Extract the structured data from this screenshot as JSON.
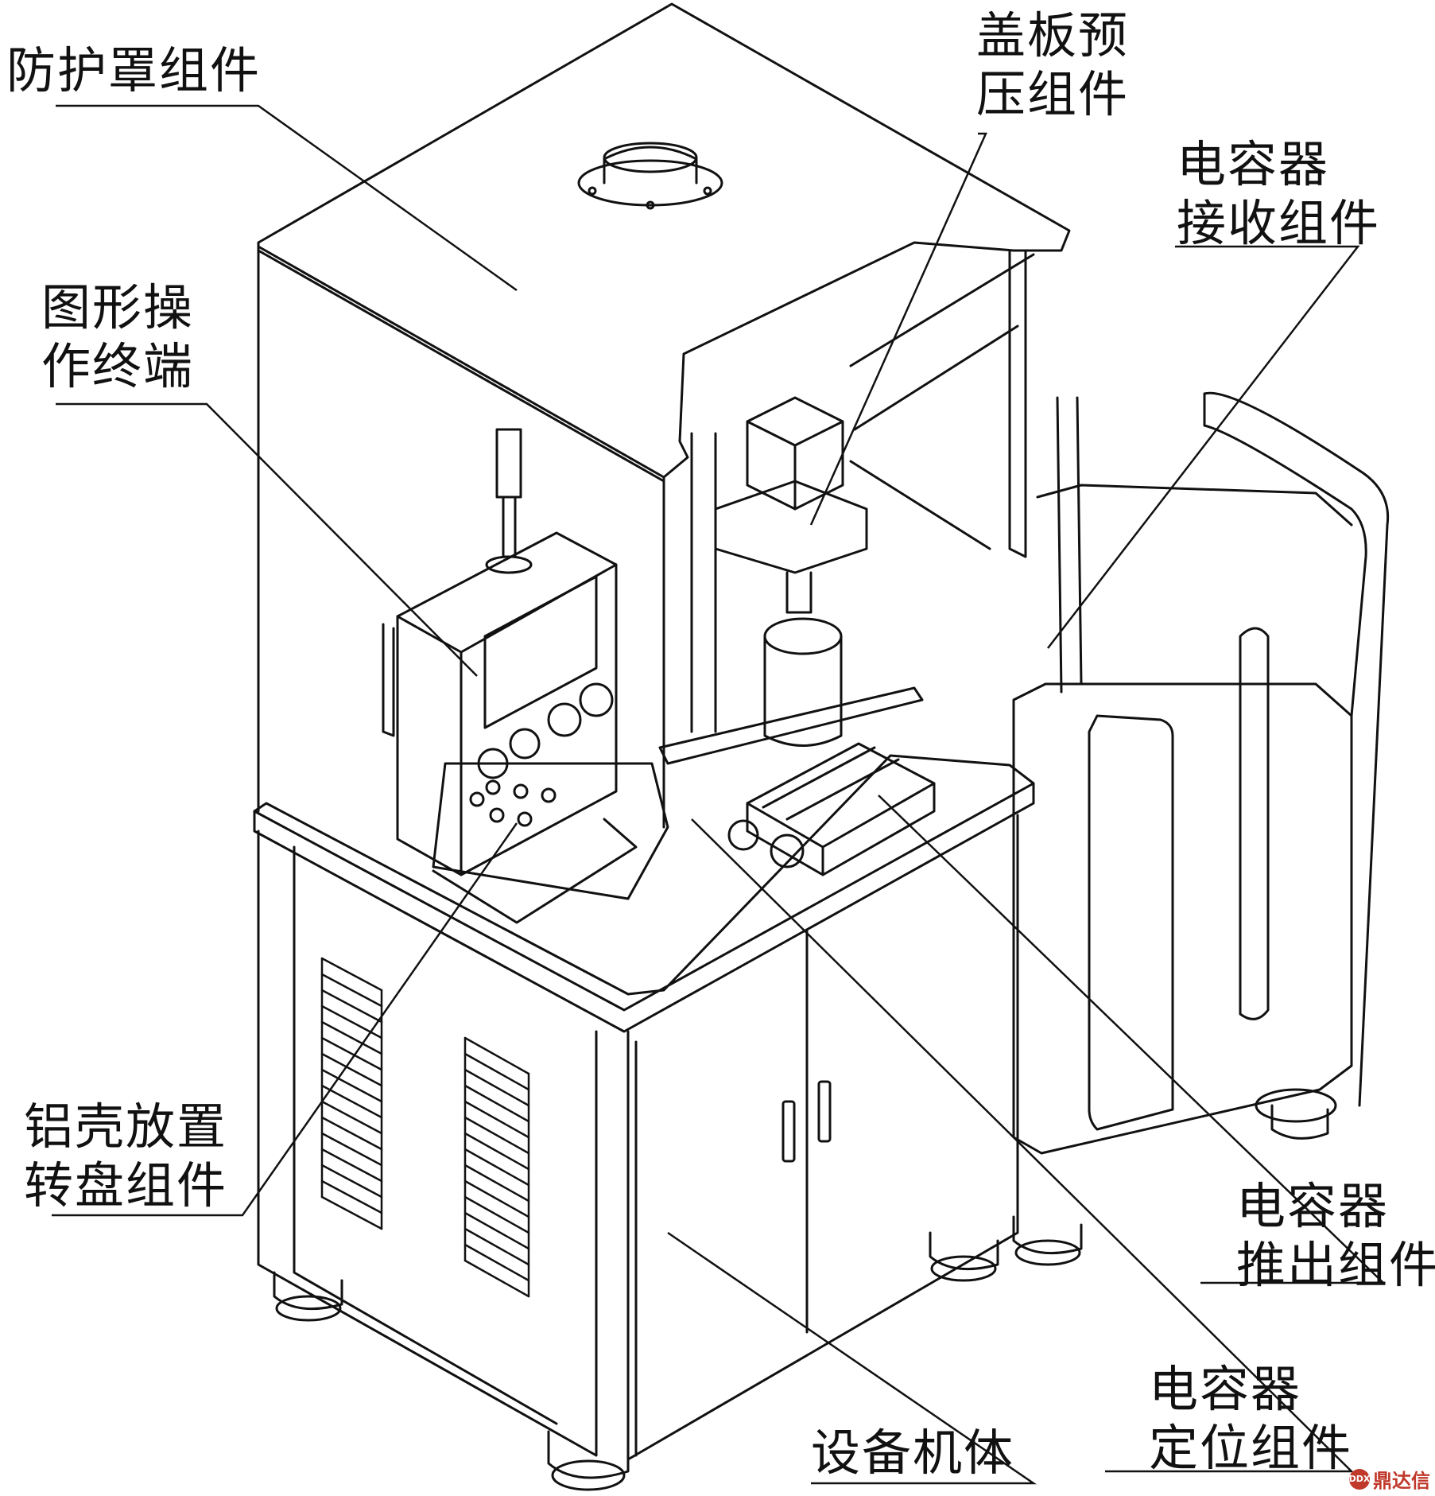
{
  "labels": {
    "protective_cover": "防护罩组件",
    "cover_prepress": [
      "盖板预",
      "压组件"
    ],
    "capacitor_receiving": [
      "电容器",
      "接收组件"
    ],
    "graphic_terminal": [
      "图形操",
      "作终端"
    ],
    "aluminum_turntable": [
      "铝壳放置",
      "转盘组件"
    ],
    "capacitor_pushout": [
      "电容器",
      "推出组件"
    ],
    "capacitor_positioning": [
      "电容器",
      "定位组件"
    ],
    "machine_body": "设备机体"
  },
  "watermark": {
    "badge": "DDX",
    "text": "鼎达信"
  },
  "colors": {
    "line": "#111111",
    "background": "#ffffff",
    "watermark": "#c0392b"
  }
}
